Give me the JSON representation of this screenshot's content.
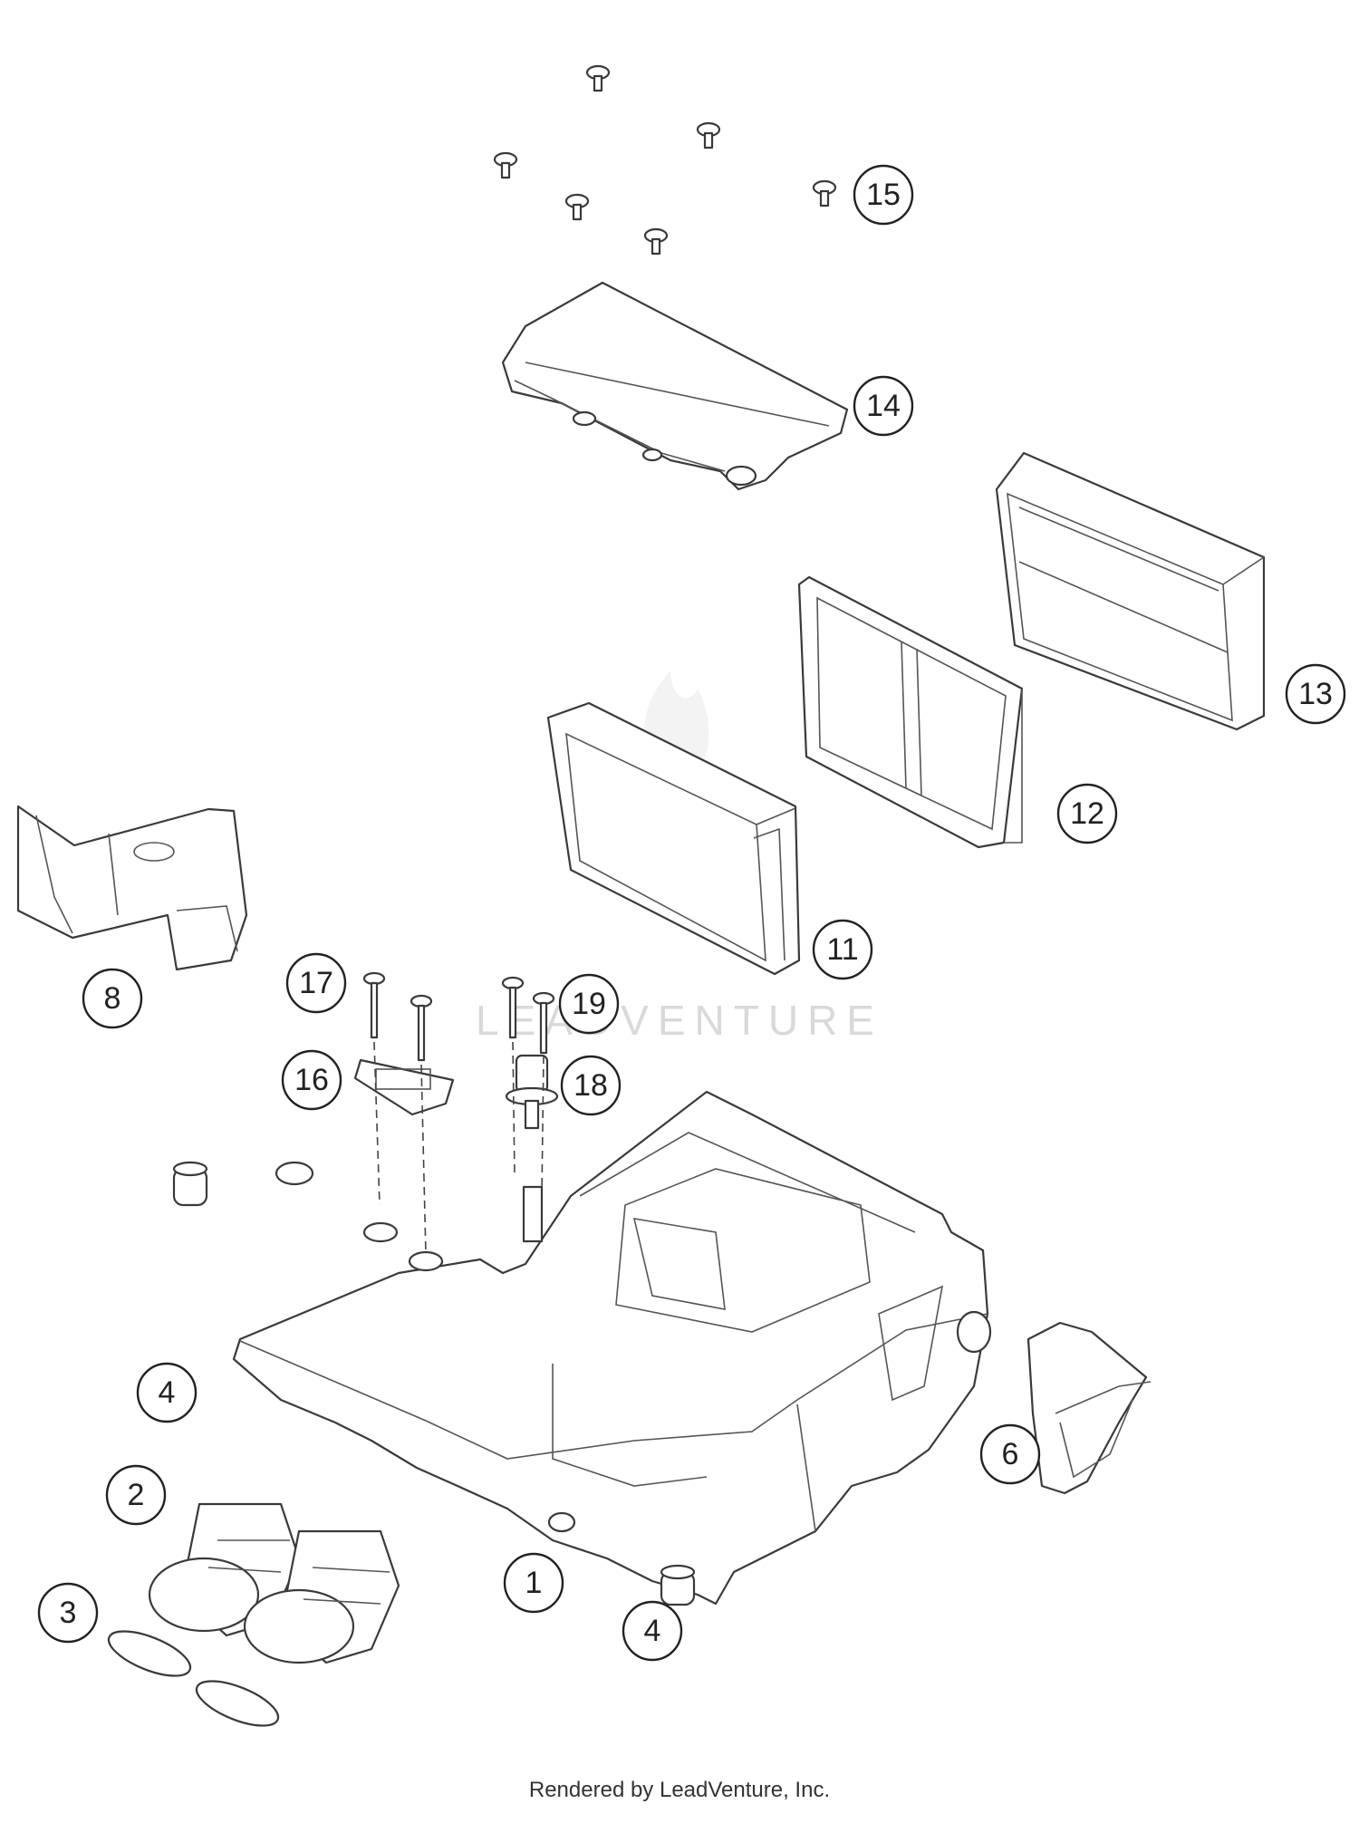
{
  "callouts": [
    {
      "id": "1",
      "label": "1"
    },
    {
      "id": "2",
      "label": "2"
    },
    {
      "id": "3",
      "label": "3"
    },
    {
      "id": "4a",
      "label": "4"
    },
    {
      "id": "4b",
      "label": "4"
    },
    {
      "id": "6",
      "label": "6"
    },
    {
      "id": "8",
      "label": "8"
    },
    {
      "id": "11",
      "label": "11"
    },
    {
      "id": "12",
      "label": "12"
    },
    {
      "id": "13",
      "label": "13"
    },
    {
      "id": "14",
      "label": "14"
    },
    {
      "id": "15",
      "label": "15"
    },
    {
      "id": "16",
      "label": "16"
    },
    {
      "id": "17",
      "label": "17"
    },
    {
      "id": "18",
      "label": "18"
    },
    {
      "id": "19",
      "label": "19"
    }
  ],
  "watermark": {
    "text": "LEADVENTURE"
  },
  "footer": {
    "text": "Rendered by LeadVenture, Inc."
  }
}
